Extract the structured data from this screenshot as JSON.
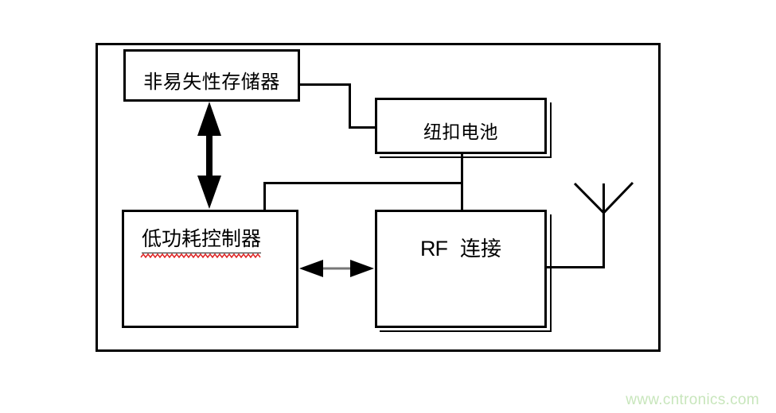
{
  "diagram": {
    "type": "block-diagram",
    "blocks": {
      "memory": {
        "label": "非易失性存储器"
      },
      "battery": {
        "label": "纽扣电池"
      },
      "controller": {
        "label": "低功耗控制器",
        "spellcheck_underline": true
      },
      "rf": {
        "latin": "RF",
        "cn": "连接"
      }
    },
    "icons": {
      "antenna": "antenna-icon",
      "vertical_double_arrow": "double-arrow-vertical-icon",
      "horizontal_double_arrow": "double-arrow-horizontal-icon"
    },
    "connections": [
      {
        "from": "memory",
        "to": "battery",
        "style": "elbow-line"
      },
      {
        "from": "memory",
        "to": "controller",
        "style": "thick-double-arrow"
      },
      {
        "from": "battery",
        "to": "controller",
        "style": "elbow-line"
      },
      {
        "from": "battery",
        "to": "rf",
        "style": "line"
      },
      {
        "from": "controller",
        "to": "rf",
        "style": "thin-double-arrow"
      },
      {
        "from": "rf",
        "to": "antenna",
        "style": "line"
      }
    ],
    "colors": {
      "line": "#000000",
      "arrow_shaft_gray": "#777777",
      "squiggle_red": "#dd2222"
    }
  },
  "watermark": {
    "text": "www.cntronics.com",
    "color": "#c8e6bc"
  }
}
